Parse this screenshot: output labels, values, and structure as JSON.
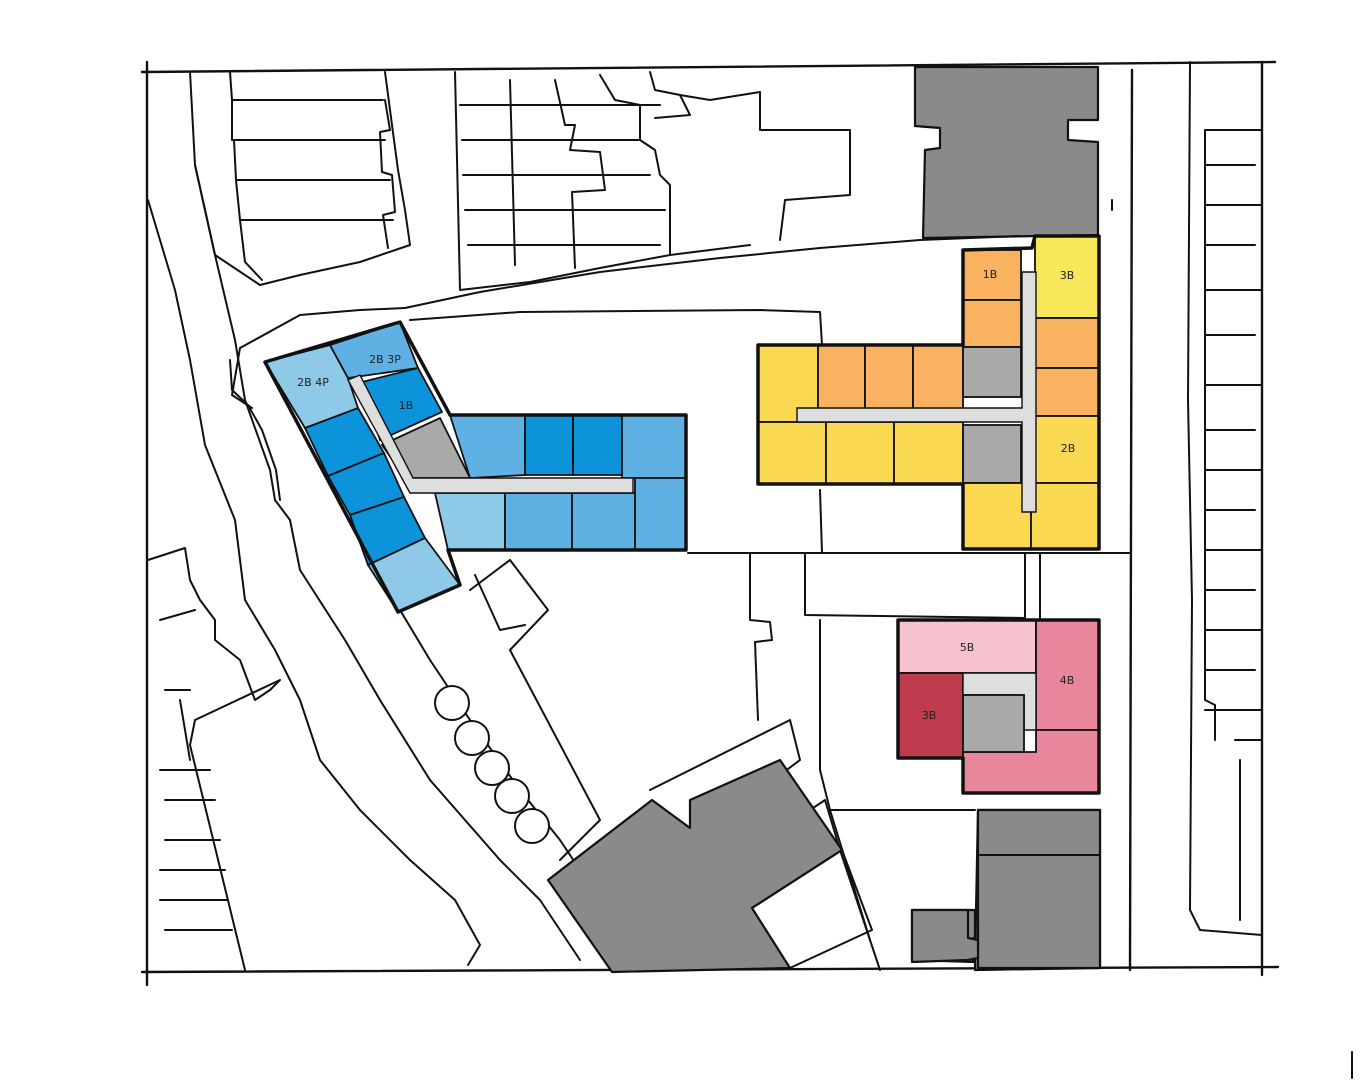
{
  "colors": {
    "blue_light": "#8ecae8",
    "blue_mid": "#5fb1e4",
    "blue_dark": "#0d93da",
    "orange": "#f9b25f",
    "yellow_gold": "#fbd952",
    "yellow_bright": "#f6e85a",
    "pink_light": "#f5c2cd",
    "pink_mid": "#e8879b",
    "red_dark": "#be3b4e",
    "core_grey": "#a9a9a9",
    "corridor_grey": "#dedede",
    "existing_building_grey": "#8a8a8a"
  },
  "unit_labels": {
    "blue_2b4p": "2B 4P",
    "blue_2b3p": "2B 3P",
    "blue_1b": "1B",
    "yellow_1b": "1B",
    "yellow_3b": "3B",
    "yellow_2b": "2B",
    "pink_5b": "5B",
    "pink_4b": "4B",
    "red_3b": "3B"
  }
}
